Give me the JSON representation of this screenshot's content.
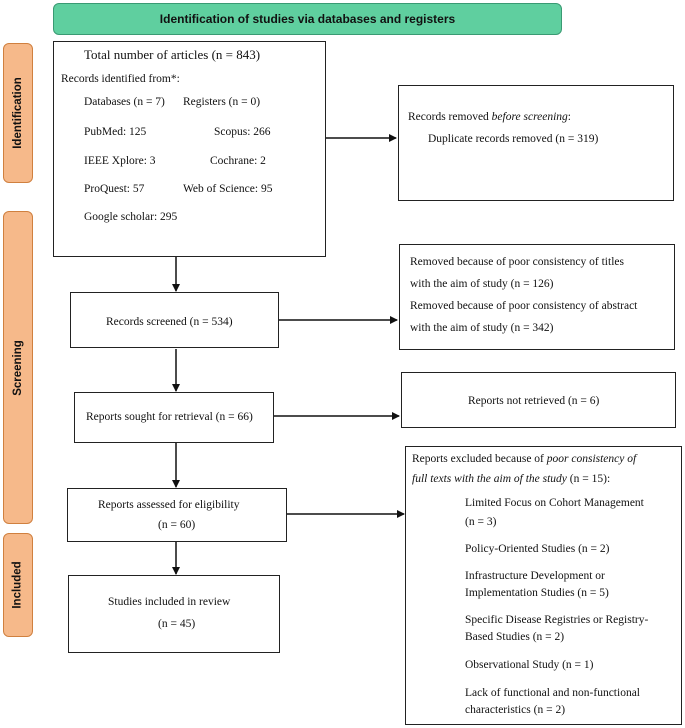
{
  "header": {
    "title": "Identification of studies via databases and registers"
  },
  "stages": {
    "identification": "Identification",
    "screening": "Screening",
    "included": "Included"
  },
  "identification_box": {
    "total": "Total number of articles (n = 843)",
    "records_from": "Records identified from*:",
    "databases": "Databases (n = 7)",
    "registers": "Registers (n = 0)",
    "pubmed": "PubMed: 125",
    "scopus": "Scopus: 266",
    "ieee": "IEEE Xplore: 3",
    "cochrane": "Cochrane: 2",
    "proquest": "ProQuest: 57",
    "wos": "Web of Science: 95",
    "scholar": "Google scholar: 295"
  },
  "removed_box": {
    "prefix": "Records removed ",
    "italic": "before screening",
    "suffix": ":",
    "duplicates": "Duplicate records removed (n = 319)"
  },
  "screened_box": {
    "label": "Records screened (n = 534)"
  },
  "removed_screen_box": {
    "line1": "Removed because of poor consistency of titles",
    "line2": "with the aim of study (n = 126)",
    "line3": "Removed because of poor consistency of abstract",
    "line4": "with the aim of study (n = 342)"
  },
  "sought_box": {
    "label": "Reports sought for retrieval (n = 66)"
  },
  "not_retrieved_box": {
    "label": "Reports not retrieved (n = 6)"
  },
  "assessed_box": {
    "line1": "Reports assessed for eligibility",
    "line2": "(n = 60)"
  },
  "excluded_box": {
    "prefix": "Reports excluded because of ",
    "italic1": "poor consistency of",
    "italic2": "full texts with the aim of the study",
    "suffix": " (n = 15):",
    "r1a": "Limited Focus on Cohort Management",
    "r1b": "(n = 3)",
    "r2": "Policy-Oriented Studies (n = 2)",
    "r3a": "Infrastructure Development or",
    "r3b": "Implementation Studies (n = 5)",
    "r4a": "Specific Disease Registries or Registry-",
    "r4b": "Based Studies (n = 2)",
    "r5": "Observational Study (n = 1)",
    "r6a": "Lack of functional and non-functional",
    "r6b": "characteristics (n = 2)"
  },
  "included_box": {
    "line1": "Studies included in review",
    "line2": "(n = 45)"
  },
  "colors": {
    "header_bg": "#5fcf9f",
    "stage_bg": "#f6b98a",
    "stage_border": "#d0803f"
  }
}
